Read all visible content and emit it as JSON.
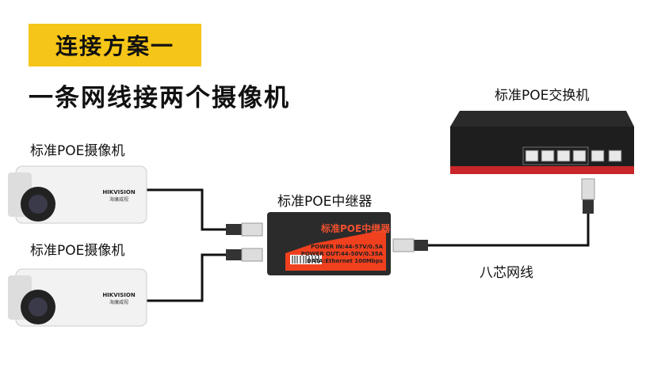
{
  "scheme_tag": "连接方案一",
  "title": "一条网线接两个摄像机",
  "switch": {
    "label": "标准POE交换机"
  },
  "cameras": [
    {
      "label": "标准POE摄像机",
      "brand": "HIKVISION",
      "brand_cn": "海康威视"
    },
    {
      "label": "标准POE摄像机",
      "brand": "HIKVISION",
      "brand_cn": "海康威视"
    }
  ],
  "repeater": {
    "label": "标准POE中继器",
    "panel_title": "标准POE中继器",
    "spec_lines": [
      "POWER IN:44-57V/0.5A",
      "POWER OUT:44-50V/0.35A",
      "DATA:Ethernet 100Mbps"
    ]
  },
  "cable": {
    "label": "八芯网线"
  },
  "colors": {
    "tag": "#f5c518",
    "repeater_red": "#f0401e",
    "switch_red": "#c8262a"
  }
}
